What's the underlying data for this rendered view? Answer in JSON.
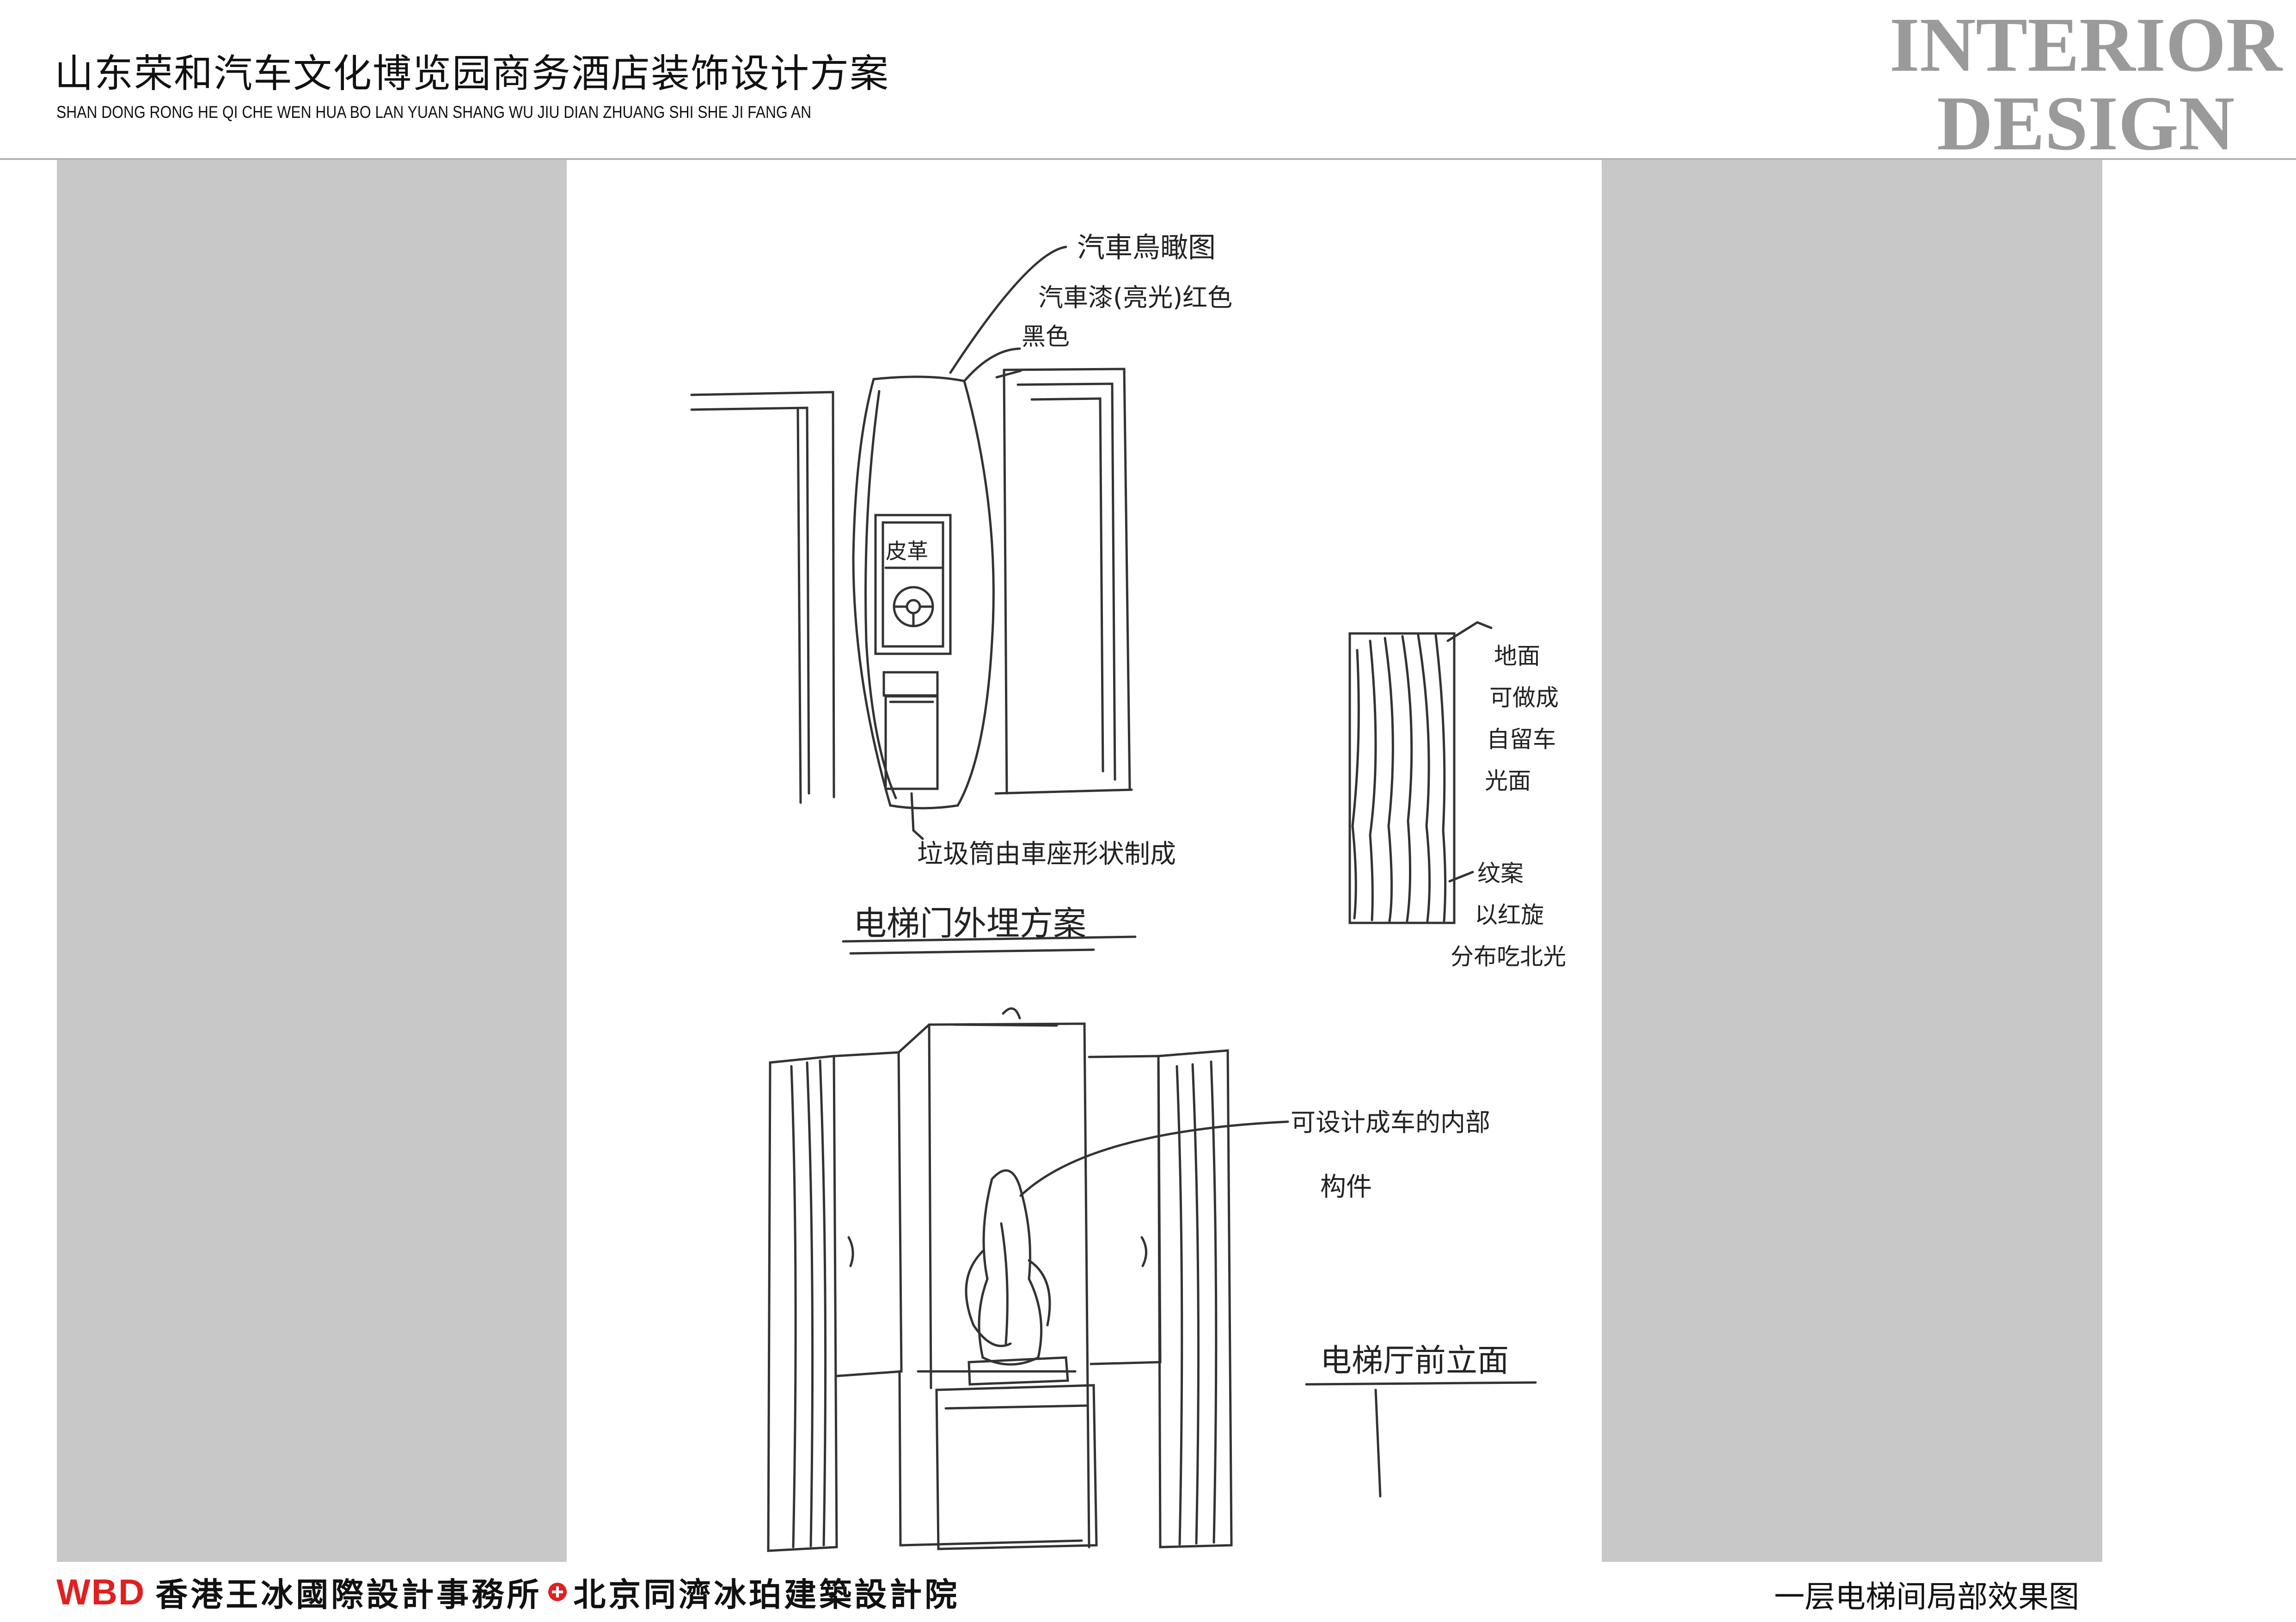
{
  "header": {
    "title_cn": "山东荣和汽车文化博览园商务酒店装饰设计方案",
    "title_pinyin": "SHAN DONG RONG HE QI CHE WEN HUA BO LAN YUAN SHANG WU JIU DIAN ZHUANG SHI SHE JI FANG AN",
    "brand_line1": "INTERIOR",
    "brand_line2": "DESIGN"
  },
  "sketch": {
    "annotations": {
      "top_1": "汽車鳥瞰图",
      "top_2": "汽車漆(亮光)红色",
      "top_3": "黑色",
      "panel_label": "皮革",
      "bin_note": "垃圾筒由車座形状制成",
      "caption_upper": "电梯门外埋方案",
      "floor_1": "地面",
      "floor_2": "可做成",
      "floor_3": "自留车",
      "floor_4": "光面",
      "floor_5": "纹案",
      "floor_6": "以红旋",
      "floor_7": "分布吃北光",
      "sculpture_1": "可设计成车的内部",
      "sculpture_2": "构件",
      "caption_lower": "电梯厅前立面"
    }
  },
  "footer": {
    "logo": "WBD",
    "firm_hk": "香港王冰國際設計事務所",
    "firm_bj": "北京同濟冰珀建築設計院",
    "page_caption": "一层电梯间局部效果图"
  },
  "colors": {
    "accent_red": "#e02020",
    "panel_gray": "#c8c8c8",
    "brand_gray": "#9a9a9a"
  }
}
